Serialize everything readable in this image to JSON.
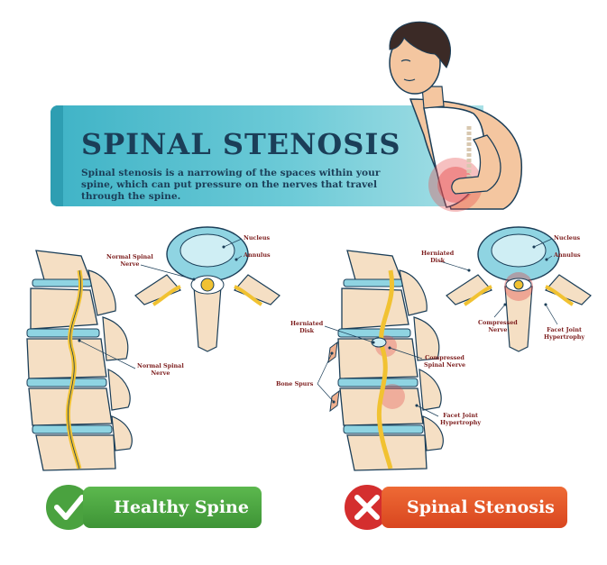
{
  "header": {
    "title": "SPINAL STENOSIS",
    "subtitle": "Spinal stenosis is a narrowing of the spaces within your spine, which can put pressure on the nerves that travel through the spine."
  },
  "healthy": {
    "labels": {
      "normal_nerve_top": [
        "Normal Spinal",
        "Nerve"
      ],
      "nucleus": "Nucleus",
      "annulus": "Annulus",
      "normal_nerve_bottom": [
        "Normal Spinal",
        "Nerve"
      ]
    },
    "badge_label": "Healthy Spine",
    "badge_color": "#4aa23f"
  },
  "stenosis": {
    "labels": {
      "herniated_disk_top": [
        "Herniated",
        "Disk"
      ],
      "nucleus": "Nucleus",
      "annulus": "Annulus",
      "compressed_nerve_top": [
        "Compressed",
        "Nerve"
      ],
      "facet_joint_top": [
        "Facet Joint",
        "Hypertrophy"
      ],
      "herniated_disk_side": [
        "Herniated",
        "Disk"
      ],
      "compressed_spinal_nerve": [
        "Compressed",
        "Spinal Nerve"
      ],
      "bone_spurs": "Bone Spurs",
      "facet_joint_side": [
        "Facet Joint",
        "Hypertrophy"
      ]
    },
    "badge_label": "Spinal Stenosis",
    "badge_color": "#e2552a"
  },
  "icons": {
    "healthy": "checkmark-icon",
    "stenosis": "cross-icon"
  },
  "colors": {
    "banner": "#4dbbcc",
    "title": "#1b3e58",
    "bone": "#f5dfc4",
    "disc": "#8fd4e2",
    "nerve": "#f1c232",
    "inflamed": "#e23b3b"
  }
}
